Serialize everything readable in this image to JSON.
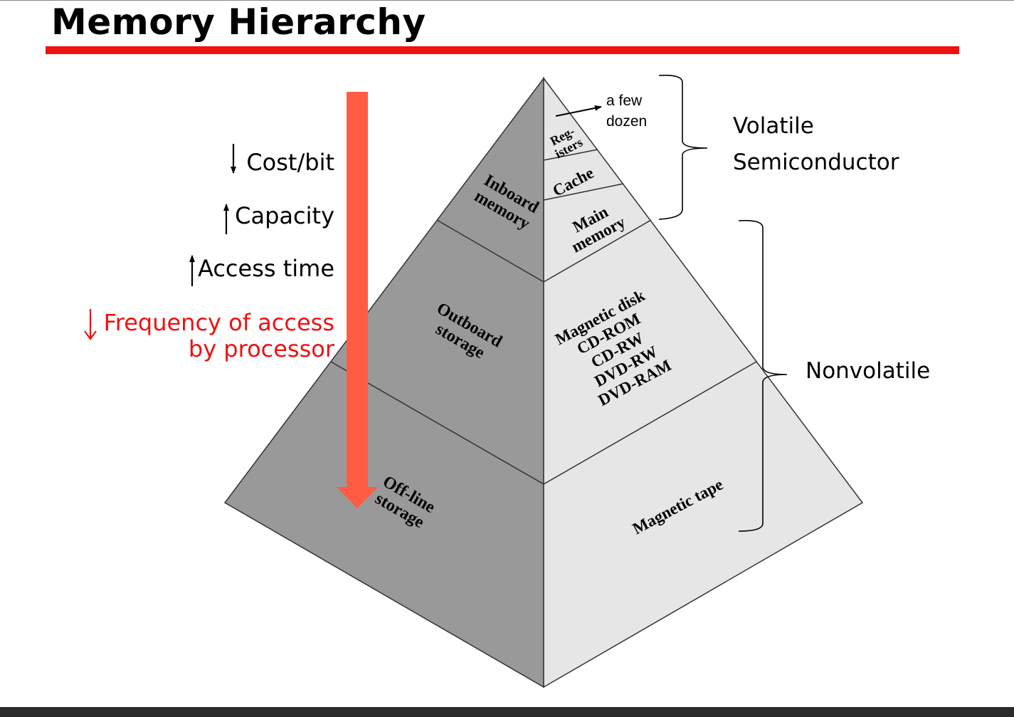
{
  "title": "Memory Hierarchy",
  "colors": {
    "accent_red": "#ee1111",
    "flow_arrow": "#ff5c42",
    "pyramid_left_face": "#999999",
    "pyramid_right_face": "#e6e6e6"
  },
  "trends": {
    "cost": "Cost/bit",
    "capacity": "Capacity",
    "access_time": "Access time",
    "frequency_line1": "Frequency of access",
    "frequency_line2": "by processor"
  },
  "pyramid": {
    "left": {
      "inboard_1": "Inboard",
      "inboard_2": "memory",
      "outboard_1": "Outboard",
      "outboard_2": "storage",
      "offline_1": "Off-line",
      "offline_2": "storage"
    },
    "right": {
      "registers_1": "Reg-",
      "registers_2": "isters",
      "cache": "Cache",
      "main_1": "Main",
      "main_2": "memory",
      "disk_1": "Magnetic disk",
      "disk_2": "CD-ROM",
      "disk_3": "CD-RW",
      "disk_4": "DVD-RW",
      "disk_5": "DVD-RAM",
      "tape": "Magnetic tape"
    }
  },
  "annotations": {
    "few_1": "a few",
    "few_2": "dozen",
    "volatile_1": "Volatile",
    "volatile_2": "Semiconductor",
    "nonvolatile": "Nonvolatile"
  }
}
